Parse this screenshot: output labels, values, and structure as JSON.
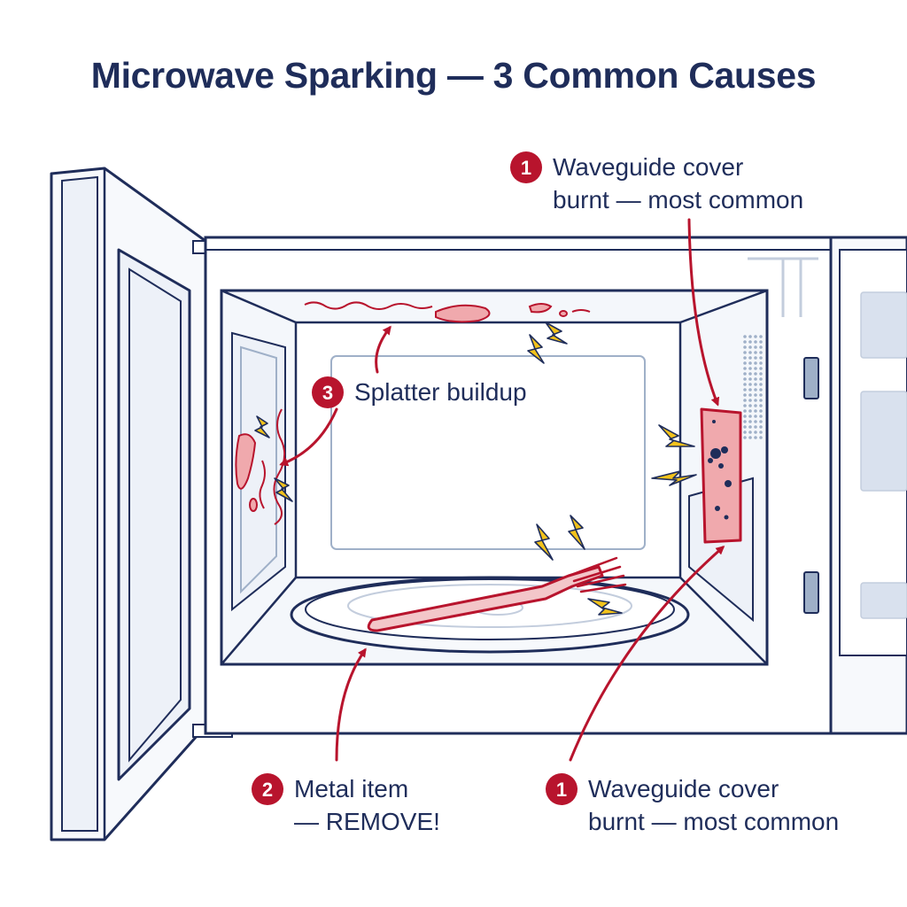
{
  "title": "Microwave Sparking — 3 Common Causes",
  "callouts": {
    "top_right": {
      "number": "1",
      "line1": "Waveguide cover",
      "line2": "burnt — most common"
    },
    "splatter": {
      "number": "3",
      "line1": "Splatter buildup"
    },
    "metal": {
      "number": "2",
      "line1": "Metal item",
      "line2": "— REMOVE!"
    },
    "bottom_right": {
      "number": "1",
      "line1": "Waveguide cover",
      "line2": "burnt — most common"
    }
  },
  "colors": {
    "outline": "#1f2d5a",
    "accent_red": "#b8142d",
    "spark_yellow": "#f2c21b",
    "panel_fill": "#edf1f8",
    "splatter_fill": "#f0a9ad"
  },
  "icons": [
    "spark-icon",
    "fork-icon",
    "vent-grille-icon"
  ]
}
